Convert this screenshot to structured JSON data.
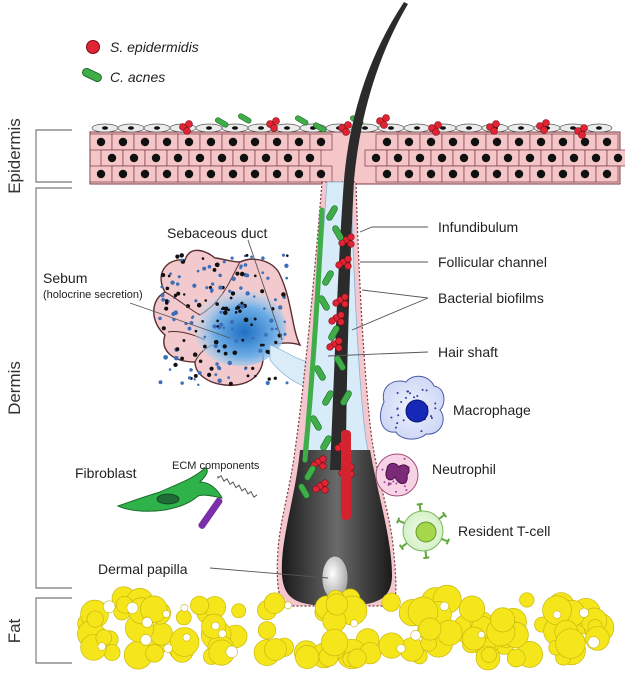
{
  "legend": {
    "s_epidermidis": "S. epidermidis",
    "c_acnes": "C. acnes"
  },
  "layers": {
    "epidermis": "Epidermis",
    "dermis": "Dermis",
    "fat": "Fat"
  },
  "labels": {
    "sebaceous_duct": "Sebaceous duct",
    "sebum": "Sebum",
    "sebum_note": "(holocrine secretion)",
    "infundibulum": "Infundibulum",
    "follicular_channel": "Follicular channel",
    "bacterial_biofilms": "Bacterial biofilms",
    "hair_shaft": "Hair shaft",
    "macrophage": "Macrophage",
    "neutrophil": "Neutrophil",
    "resident_t_cell": "Resident T-cell",
    "fibroblast": "Fibroblast",
    "ecm_components": "ECM components",
    "dermal_papilla": "Dermal papilla"
  },
  "colors": {
    "s_epidermidis": "#e02434",
    "c_acnes": "#3fae49",
    "keratinocyte": "#f4c6c8",
    "sebaceous": "#f2c9cc",
    "sebum_blue": "#3c8fd6",
    "fat": "#f5e61c",
    "hair": "#2b2b2b"
  }
}
